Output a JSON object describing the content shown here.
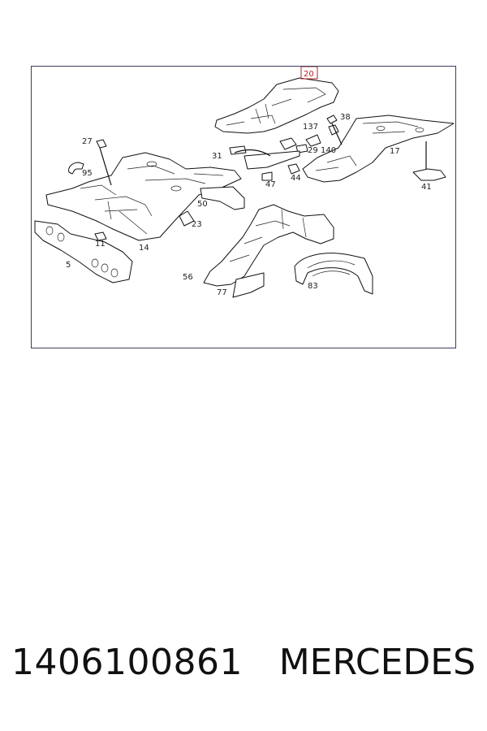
{
  "diagram": {
    "callouts": {
      "c20": "20",
      "c38": "38",
      "c137": "137",
      "c27": "27",
      "c95": "95",
      "c31": "31",
      "c29": "29",
      "c140": "140",
      "c17": "17",
      "c47": "47",
      "c44": "44",
      "c41": "41",
      "c50": "50",
      "c23": "23",
      "c11": "11",
      "c14": "14",
      "c5": "5",
      "c56": "56",
      "c77": "77",
      "c83": "83"
    },
    "highlight_color": "#b22222",
    "frame_color": "#3a3f5c"
  },
  "footer": {
    "part_number": "1406100861",
    "brand": "MERCEDES"
  }
}
